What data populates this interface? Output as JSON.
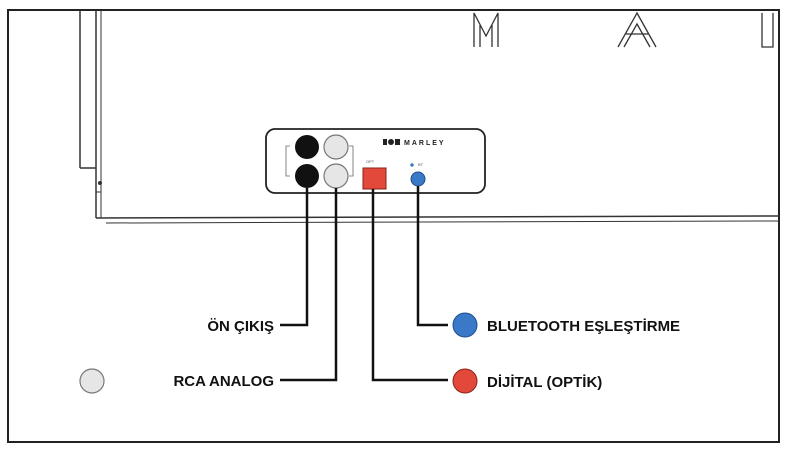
{
  "device": {
    "brand_mark": "MARLEY",
    "panel_bt_text": "BT",
    "panel_opt_text": "OPT"
  },
  "labels": {
    "front_out": "ÖN ÇIKIŞ",
    "rca_analog": "RCA ANALOG",
    "bluetooth_pairing": "BLUETOOTH EŞLEŞTİRME",
    "digital_optical": "DİJİTAL (OPTİK)"
  },
  "colors": {
    "jack_black": "#111111",
    "jack_white": "#e6e6e6",
    "optical_red": "#e2493a",
    "bluetooth_blue": "#3a78c8"
  }
}
